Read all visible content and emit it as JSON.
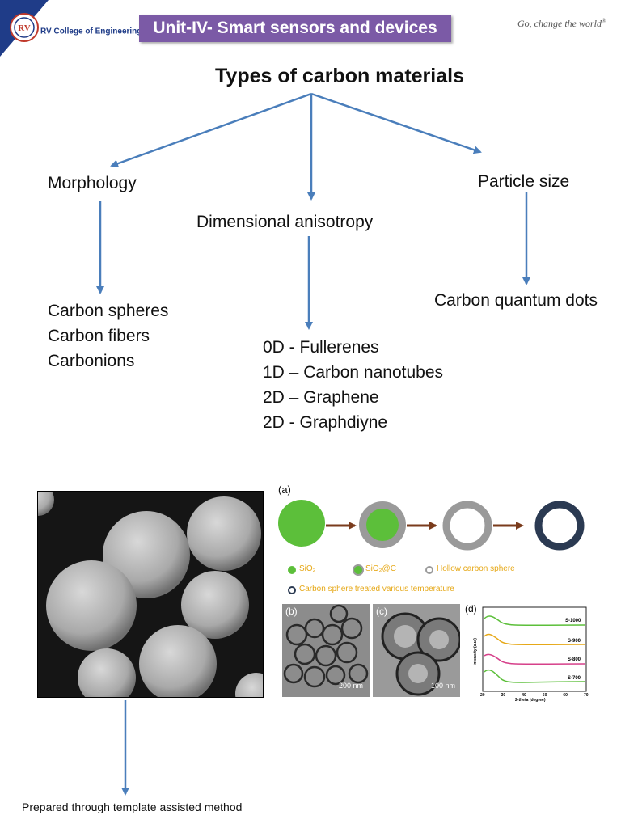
{
  "header": {
    "college": "RV College of Engineering",
    "college_mark": "®",
    "logo_text": "RV",
    "unit_title": "Unit-IV- Smart sensors and devices",
    "tagline": "Go, change the world",
    "tagline_mark": "®"
  },
  "diagram": {
    "title": "Types of carbon materials",
    "nodes": {
      "morphology": "Morphology",
      "dimensional": "Dimensional anisotropy",
      "particle": "Particle size"
    },
    "morphology_items": [
      "Carbon spheres",
      "Carbon fibers",
      "Carbonions"
    ],
    "dimensional_items": [
      "0D - Fullerenes",
      "1D – Carbon nanotubes",
      "2D – Graphene",
      "2D - Graphdiyne"
    ],
    "particle_items": [
      "Carbon quantum dots"
    ]
  },
  "figure": {
    "panel_a": "(a)",
    "panel_b": "(b)",
    "panel_c": "(c)",
    "panel_d": "(d)",
    "legend": {
      "sio2": "SiO₂",
      "sio2c": "SiO₂@C",
      "hollow": "Hollow carbon sphere",
      "treated": "Carbon sphere treated various temperature"
    },
    "scale_b": "200 nm",
    "scale_c": "100 nm",
    "xrd": {
      "ylabel": "Intensity (a.u.)",
      "xlabel": "2-theta (degree)",
      "xticks": [
        "20",
        "30",
        "40",
        "50",
        "60",
        "70"
      ],
      "series": [
        "S-1000",
        "S-900",
        "S-800",
        "S-700"
      ]
    },
    "colors": {
      "green": "#5cbf3a",
      "grey": "#9a9a9a",
      "navy": "#2b3a52",
      "orange": "#e6a817"
    }
  },
  "caption": "Prepared through template assisted method"
}
